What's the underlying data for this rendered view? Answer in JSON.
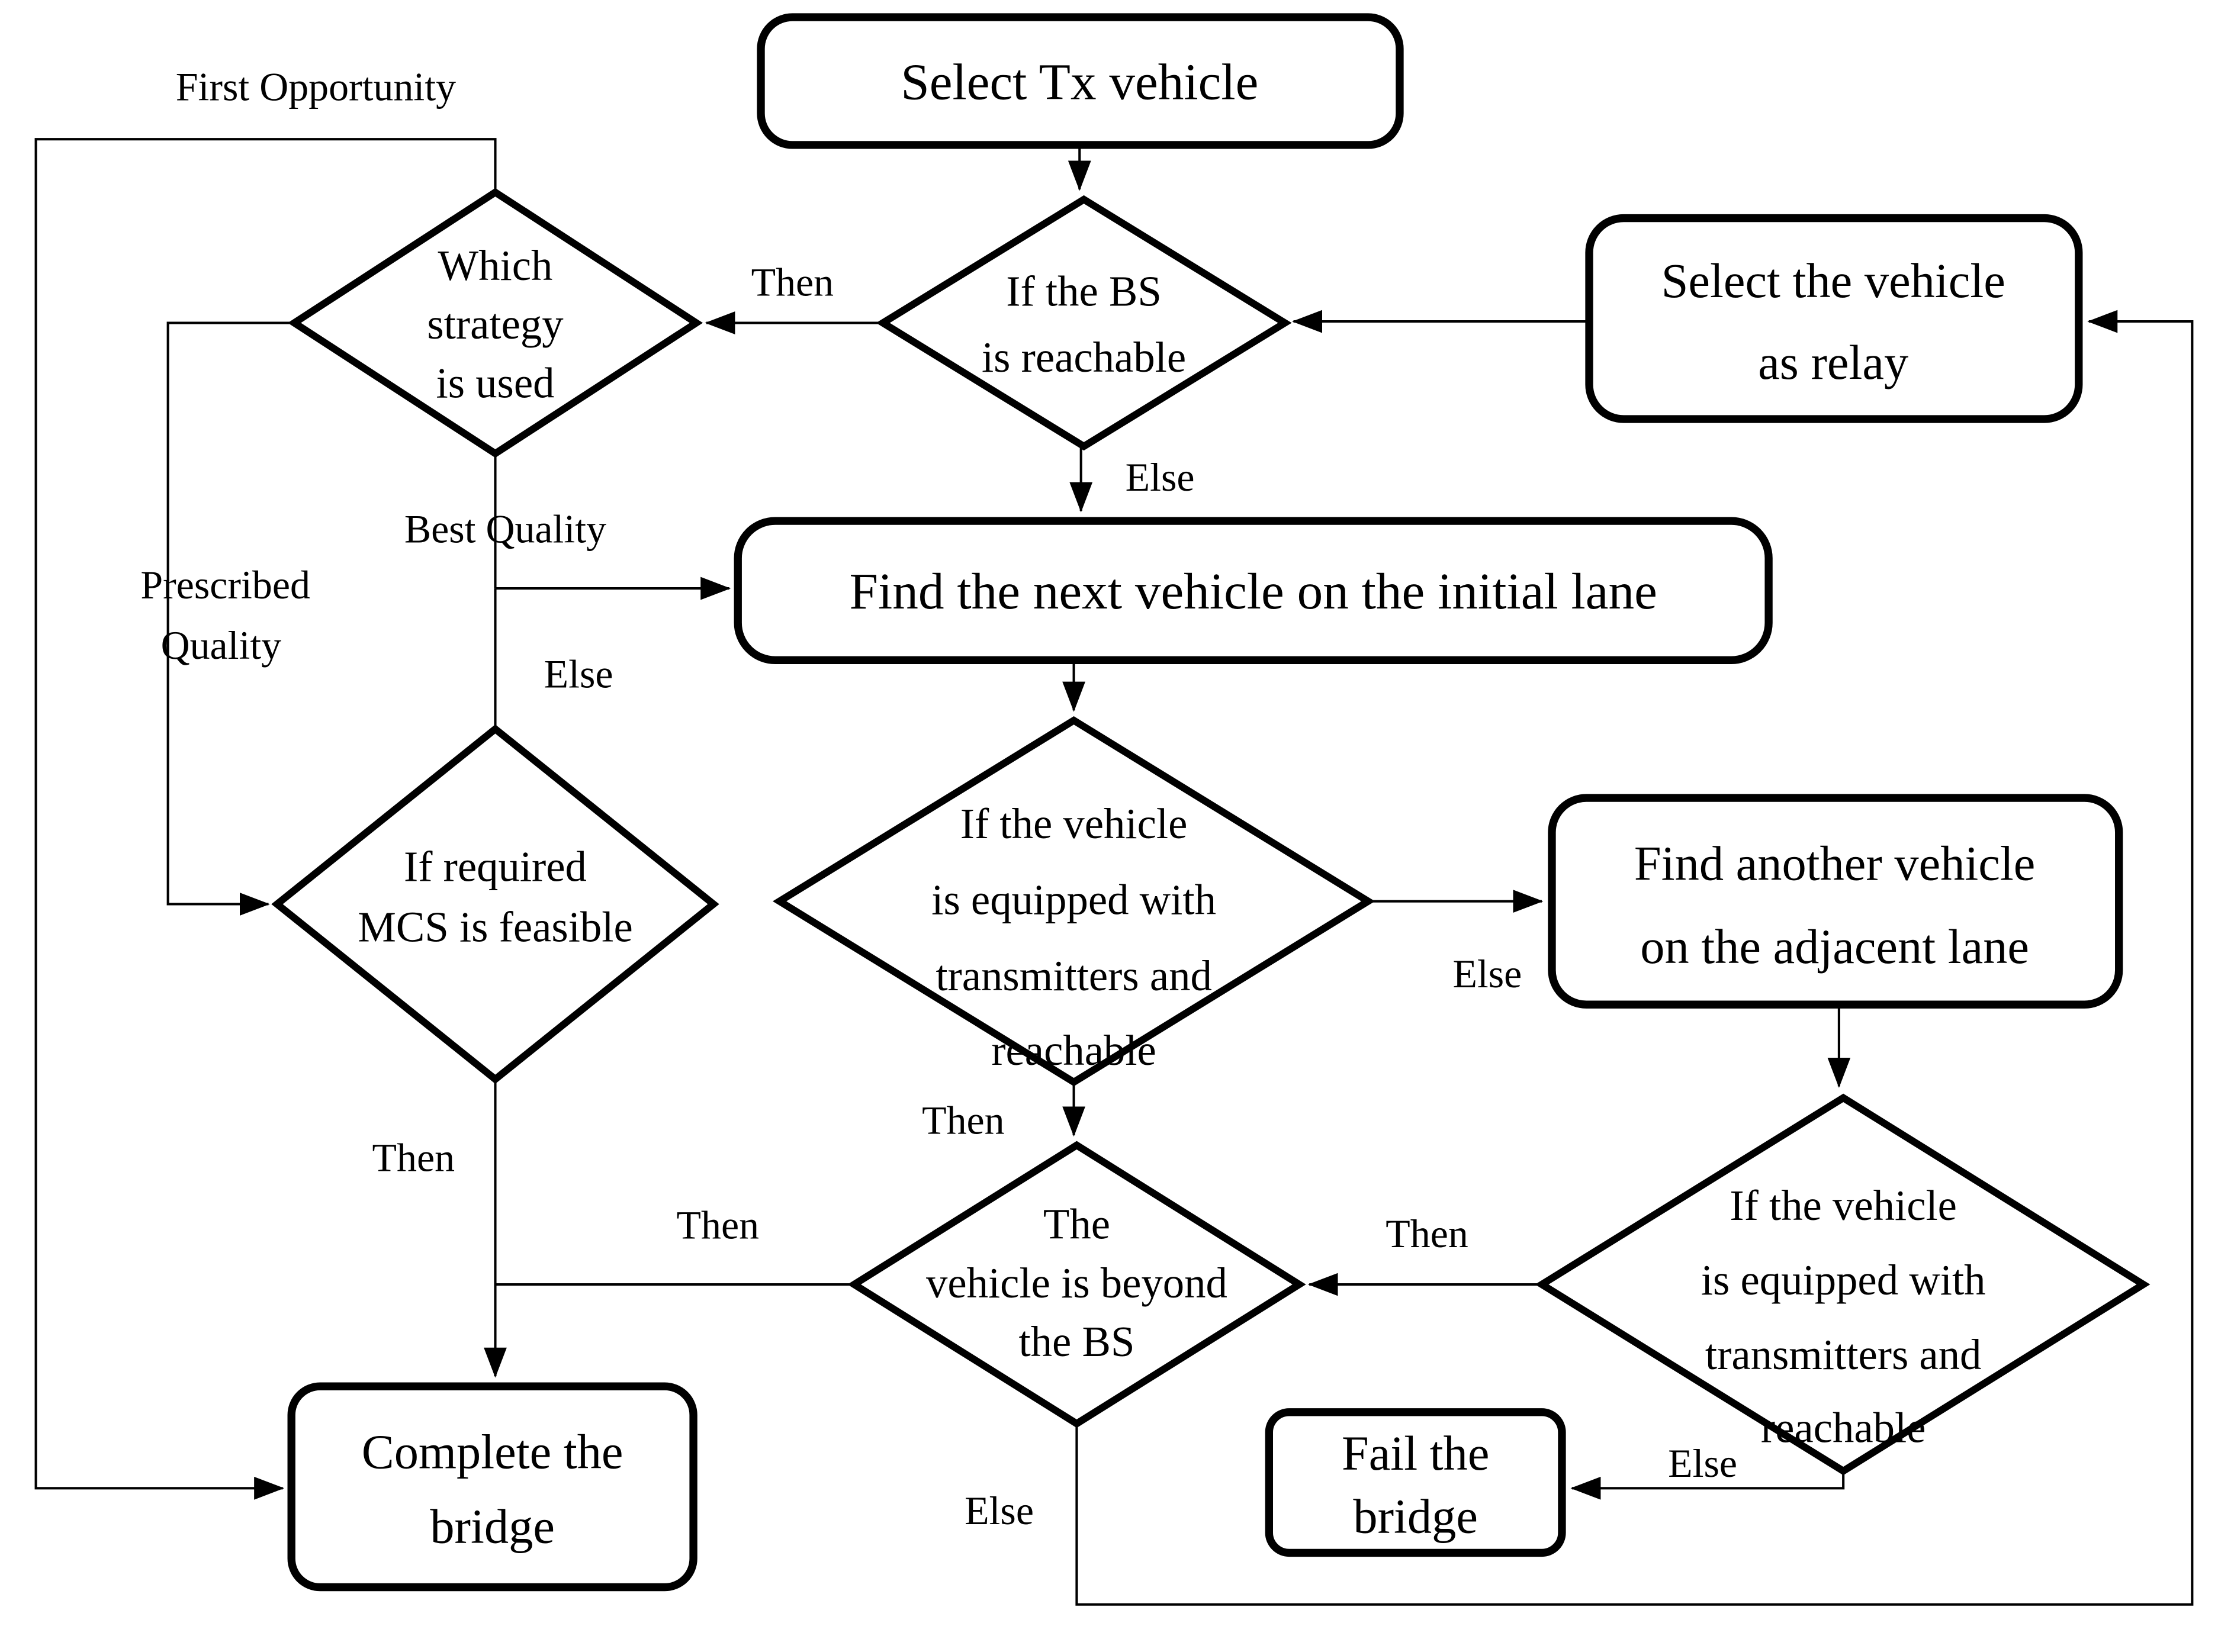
{
  "figure": {
    "type": "flowchart",
    "title": "Relay selection / bridging decision flowchart",
    "colors": {
      "ink": "#000000",
      "background": "#ffffff"
    }
  },
  "nodes": {
    "select_tx": {
      "shape": "rounded-box",
      "lines": [
        "Select Tx vehicle"
      ]
    },
    "bs_reachable": {
      "shape": "diamond",
      "lines": [
        "If the BS",
        "is reachable"
      ]
    },
    "which_strategy": {
      "shape": "diamond",
      "lines": [
        "Which",
        "strategy",
        "is used"
      ]
    },
    "select_relay": {
      "shape": "rounded-box",
      "lines": [
        "Select the vehicle",
        "as relay"
      ]
    },
    "find_next_initial": {
      "shape": "rounded-box",
      "lines": [
        "Find the next vehicle on the initial lane"
      ]
    },
    "equipped_initial": {
      "shape": "diamond",
      "lines": [
        "If the vehicle",
        "is equipped with",
        "transmitters and",
        "reachable"
      ]
    },
    "find_another_adjacent": {
      "shape": "rounded-box",
      "lines": [
        "Find another vehicle",
        "on the adjacent lane"
      ]
    },
    "mcs_feasible": {
      "shape": "diamond",
      "lines": [
        "If required",
        "MCS is feasible"
      ]
    },
    "beyond_bs": {
      "shape": "diamond",
      "lines": [
        "The",
        "vehicle is beyond",
        "the BS"
      ]
    },
    "equipped_adjacent": {
      "shape": "diamond",
      "lines": [
        "If the vehicle",
        "is equipped with",
        "transmitters and",
        "reachable"
      ]
    },
    "complete_bridge": {
      "shape": "rounded-box",
      "lines": [
        "Complete the",
        "bridge"
      ]
    },
    "fail_bridge": {
      "shape": "rounded-box",
      "lines": [
        "Fail the",
        "bridge"
      ]
    }
  },
  "edge_labels": {
    "first_opportunity": "First Opportunity",
    "then_bs": "Then",
    "else_bs": "Else",
    "best_quality": "Best Quality",
    "prescribed_quality": [
      "Prescribed",
      "Quality"
    ],
    "else_strategy": "Else",
    "then_mcs": "Then",
    "then_equipped_initial": "Then",
    "else_equipped_initial": "Else",
    "then_beyond_left": "Then",
    "then_beyond_right": "Then",
    "else_beyond": "Else",
    "else_equipped_adjacent": "Else"
  }
}
